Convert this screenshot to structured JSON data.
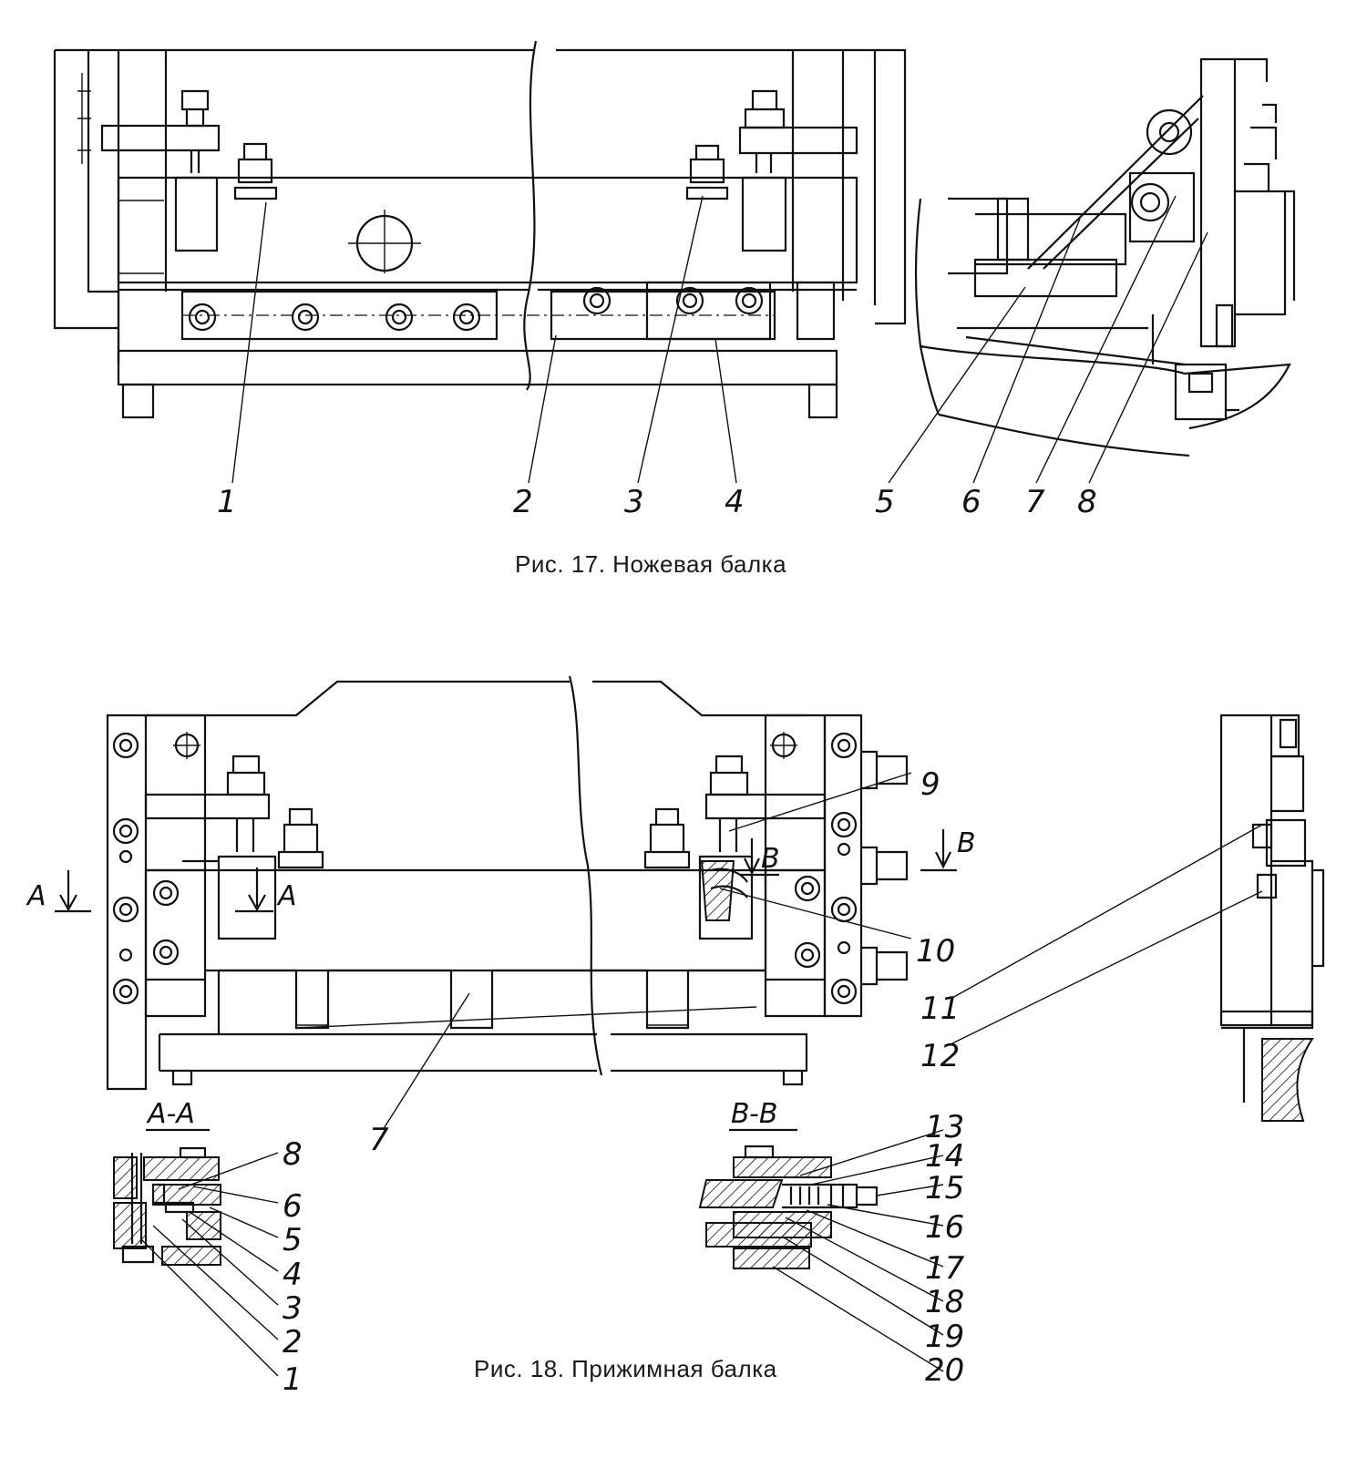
{
  "figure17": {
    "caption": "Рис. 17. Ножевая балка",
    "callouts": [
      "1",
      "2",
      "3",
      "4",
      "5",
      "6",
      "7",
      "8"
    ]
  },
  "figure18": {
    "caption": "Рис. 18. Прижимная балка",
    "callouts_main": [
      "9",
      "10",
      "11",
      "12",
      "7"
    ],
    "section_a": {
      "title": "A-A",
      "marker": "A",
      "callouts": [
        "8",
        "6",
        "5",
        "4",
        "3",
        "2",
        "1"
      ]
    },
    "section_b": {
      "title": "B-B",
      "marker": "B",
      "callouts": [
        "13",
        "14",
        "15",
        "16",
        "17",
        "18",
        "19",
        "20"
      ]
    }
  },
  "colors": {
    "ink": "#111111",
    "paper": "#ffffff"
  }
}
